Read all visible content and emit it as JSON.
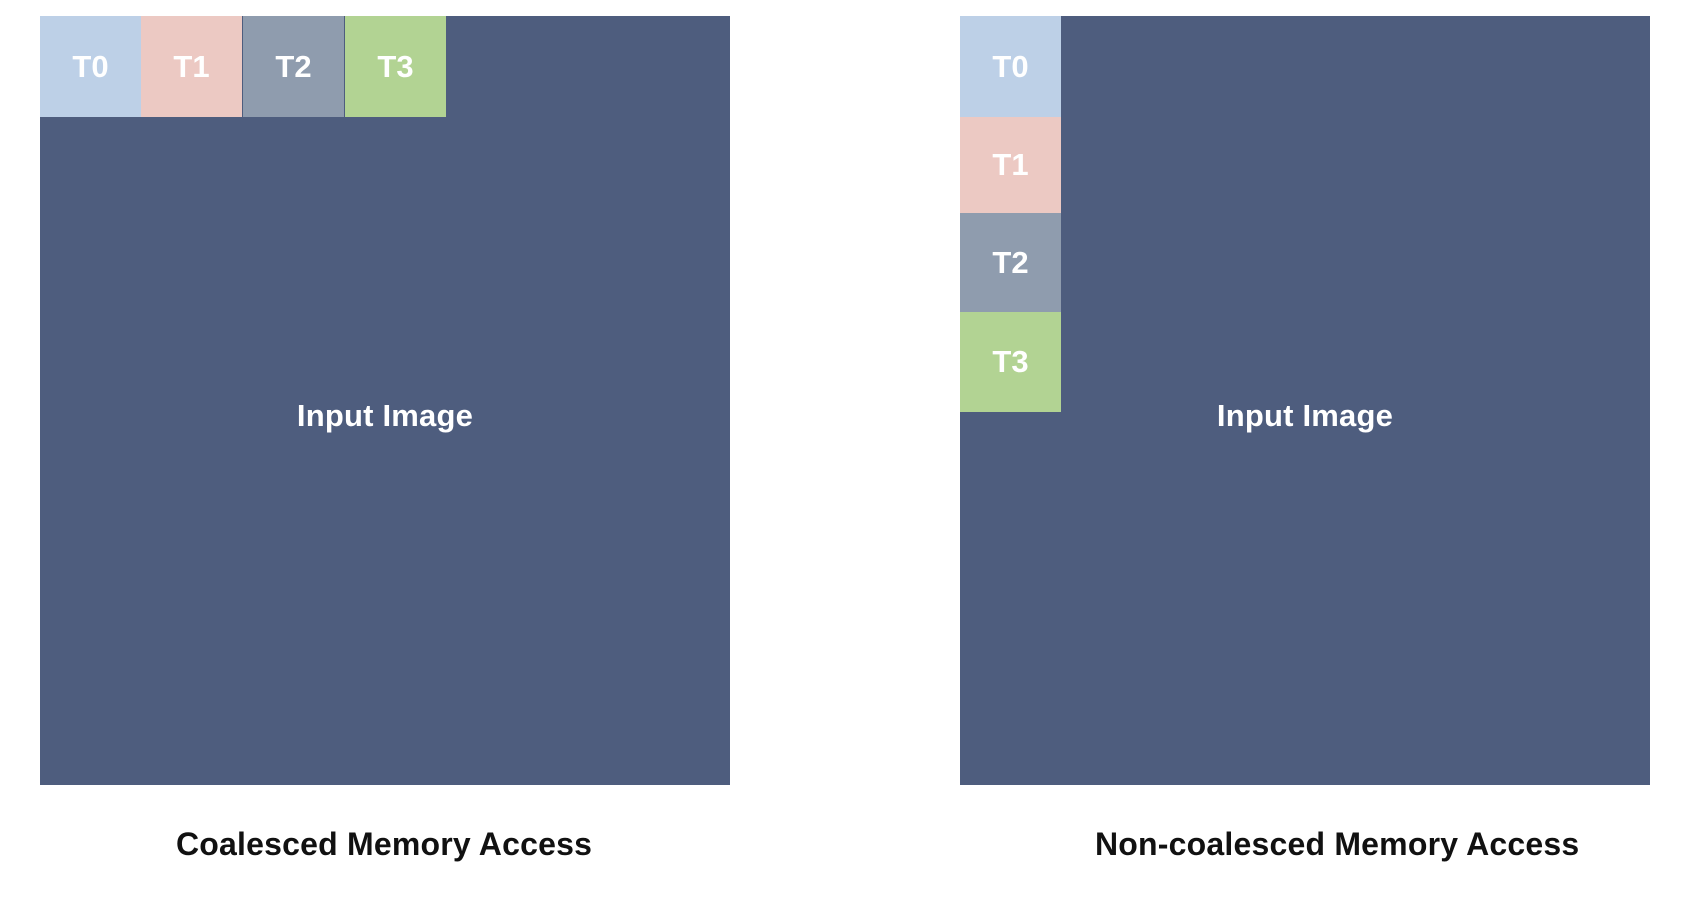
{
  "colors": {
    "image_background": "#4e5d7e",
    "thread_T0": "#bdd0e7",
    "thread_T1": "#ecc9c3",
    "thread_T2": "#8f9cae",
    "thread_T3": "#b2d393"
  },
  "left_panel": {
    "image_label": "Input Image",
    "threads": [
      "T0",
      "T1",
      "T2",
      "T3"
    ],
    "caption": "Coalesced Memory Access"
  },
  "right_panel": {
    "image_label": "Input Image",
    "threads": [
      "T0",
      "T1",
      "T2",
      "T3"
    ],
    "caption": "Non-coalesced Memory Access"
  }
}
